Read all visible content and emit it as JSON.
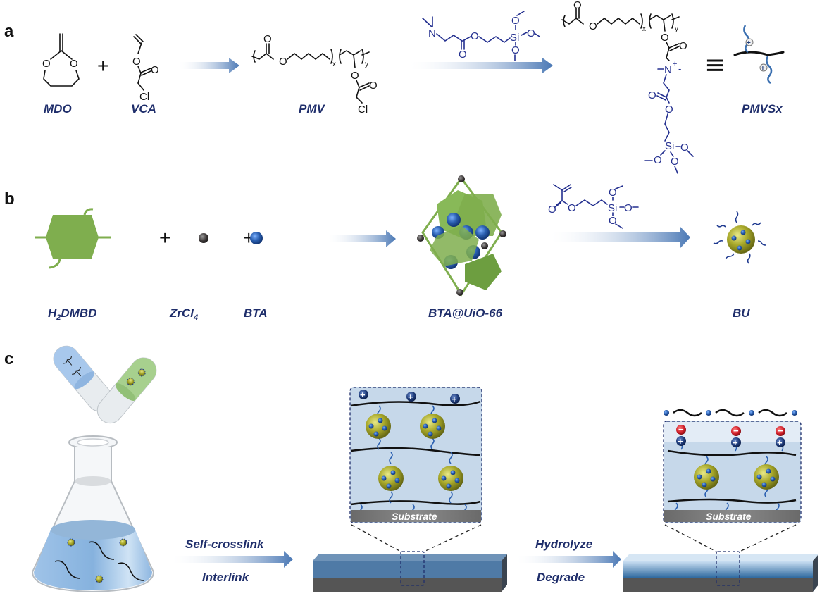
{
  "figure": {
    "panels": {
      "a": {
        "label": "a",
        "compounds": {
          "mdo": "MDO",
          "vca": "VCA",
          "pmv": "PMV",
          "pmvsx": "PMVSx"
        },
        "reagent": "tertiary amine trimethoxysilane",
        "equivalence_symbol": "≡",
        "atoms": {
          "o": "O",
          "cl": "Cl",
          "n": "N",
          "si": "Si",
          "nplus": "N",
          "plus_charge": "+",
          "minus_charge": "-",
          "sub_x": "x",
          "sub_y": "y"
        }
      },
      "b": {
        "label": "b",
        "compounds": {
          "h2dmbd_main": "H",
          "h2dmbd_sub": "2",
          "h2dmbd_rest": "DMBD",
          "zrcl_main": "ZrCl",
          "zrcl_sub": "4",
          "bta": "BTA",
          "bta_uio": "BTA@UiO-66",
          "bu": "BU"
        },
        "plus": "+"
      },
      "c": {
        "label": "c",
        "steps": {
          "step1_top": "Self-crosslink",
          "step1_bottom": "Interlink",
          "step2_top": "Hydrolyze",
          "step2_bottom": "Degrade"
        },
        "substrate_label": "Substrate",
        "charges": {
          "positive": "+",
          "negative": "−"
        }
      }
    },
    "colors": {
      "label_navy": "#1f2e6b",
      "reagent_blue": "#232f8f",
      "arrow_blue": "#4a78b5",
      "mof_green": "#7fae4e",
      "particle_olive": "#a8a82a",
      "bta_blue": "#2a5fb0",
      "coating_blue": "#4f7aa6",
      "substrate_gray": "#555555",
      "cation_navy": "#1d3a78",
      "anion_red": "#d0202a"
    }
  }
}
